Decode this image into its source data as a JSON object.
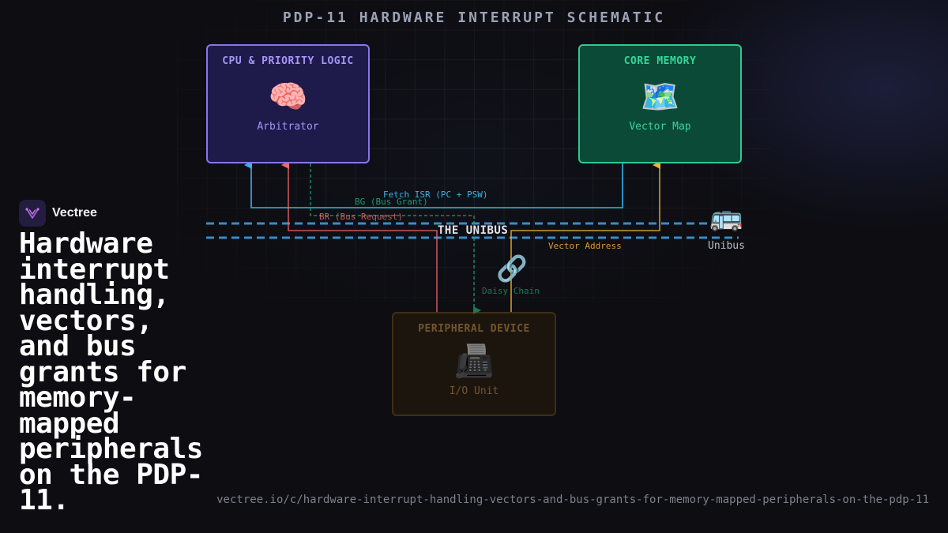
{
  "diagram": {
    "title": "PDP-11 HARDWARE INTERRUPT SCHEMATIC",
    "nodes": {
      "cpu": {
        "title": "CPU & PRIORITY LOGIC",
        "icon": "🧠",
        "icon_name": "brain-icon",
        "subtitle": "Arbitrator"
      },
      "memory": {
        "title": "CORE MEMORY",
        "icon": "🗺️",
        "icon_name": "map-icon",
        "subtitle": "Vector Map"
      },
      "peripheral": {
        "title": "PERIPHERAL DEVICE",
        "icon": "📠",
        "icon_name": "fax-machine-icon",
        "subtitle": "I/O Unit"
      }
    },
    "bus": {
      "title": "THE UNIBUS",
      "icon": "🚌",
      "icon_name": "bus-icon",
      "caption": "Unibus"
    },
    "chain": {
      "icon": "🔗",
      "icon_name": "link-icon"
    },
    "signals": {
      "fetch_isr": "Fetch ISR (PC + PSW)",
      "bus_grant": "BG (Bus Grant)",
      "bus_request": "BR (Bus Request)",
      "vector_address": "Vector Address",
      "daisy_chain": "Daisy Chain"
    },
    "colors": {
      "fetch_isr": "#35b3ea",
      "bus_grant": "#1f9a6a",
      "bus_request": "#f06a6a",
      "vector_address": "#f2b234",
      "bus_lines": "#3a8cc4",
      "cpu_border": "#8a76e6",
      "memory_border": "#2fc990",
      "peripheral_border": "#6a4a1a"
    }
  },
  "brand": {
    "name": "Vectree",
    "logo_icon": "vectree-logo-icon"
  },
  "headline": "Hardware interrupt handling, vectors, and bus grants for memory-mapped peripherals on the PDP-11.",
  "url": "vectree.io/c/hardware-interrupt-handling-vectors-and-bus-grants-for-memory-mapped-peripherals-on-the-pdp-11"
}
